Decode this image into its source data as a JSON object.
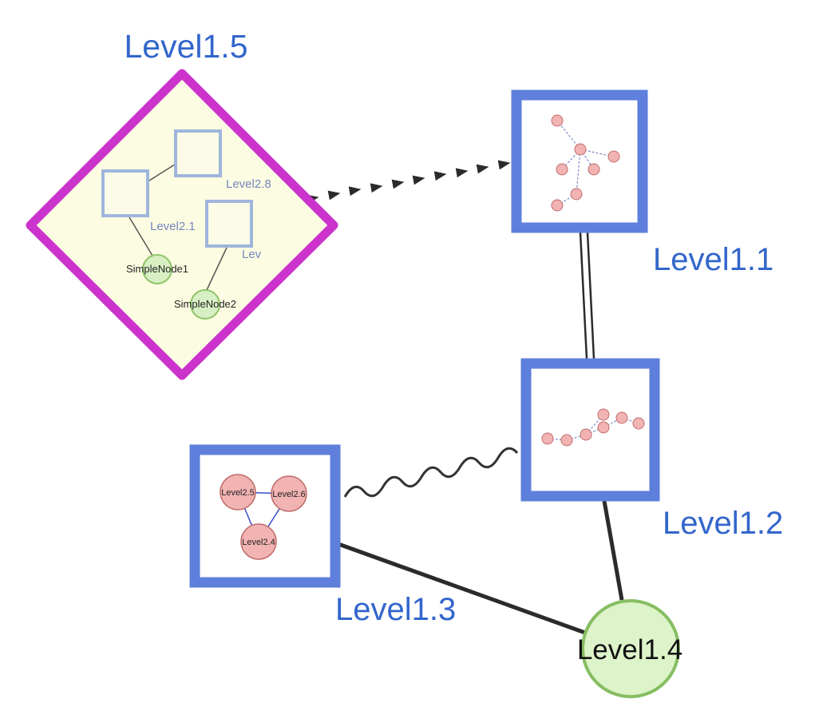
{
  "nodes": {
    "level15": {
      "label": "Level1.5",
      "shape": "diamond-group"
    },
    "level11": {
      "label": "Level1.1",
      "shape": "square-group"
    },
    "level12": {
      "label": "Level1.2",
      "shape": "square-group"
    },
    "level13": {
      "label": "Level1.3",
      "shape": "square-group"
    },
    "level14": {
      "label": "Level1.4",
      "shape": "circle"
    }
  },
  "level15_children": {
    "level28": "Level2.8",
    "level21": "Level2.1",
    "lev_truncated": "Lev",
    "simple1": "SimpleNode1",
    "simple2": "SimpleNode2"
  },
  "level13_children": {
    "c1": "Level2.5",
    "c2": "Level2.6",
    "c3": "Level2.4"
  },
  "colors": {
    "label_blue": "#3366CC",
    "sub_label_blue": "#7788C0",
    "diamond_border": "#CC33CC",
    "diamond_fill": "#FCFCE2",
    "group_square_border": "#5E7FDB",
    "inner_square_border": "#9FB6DC",
    "inner_square_fill": "#FBFBE8",
    "green_node_fill": "#D8EFC4",
    "green_node_border": "#8FC468",
    "big_green_fill": "#DDF3C9",
    "big_green_border": "#86BE62",
    "pink_node_fill": "#F2B3B3",
    "pink_node_border": "#C06C6C",
    "edge_black": "#2B2B2B",
    "micro_edge_blue": "#7F8CCB",
    "triangle_edge_blue": "#3B4BC8"
  }
}
